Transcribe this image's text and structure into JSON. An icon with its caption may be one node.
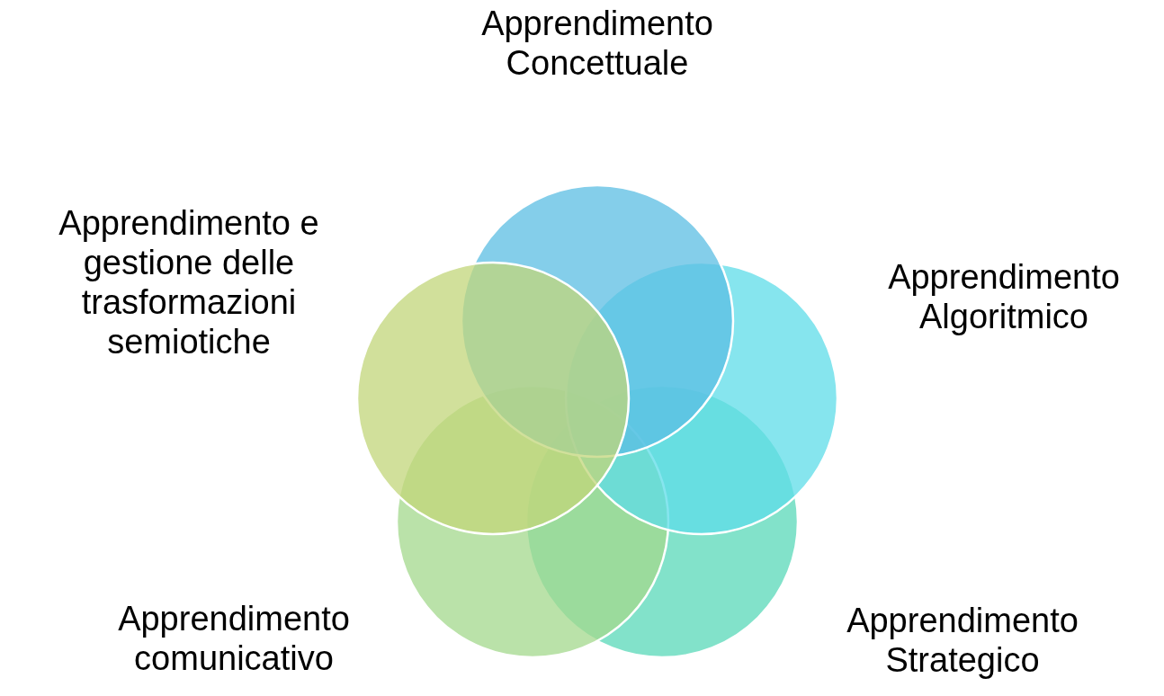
{
  "diagram": {
    "nodes": [
      {
        "text": [
          "Apprendimento Concettuale"
        ]
      },
      {
        "text": [
          "Apprendimento e gestione delle trasformazioni semiotiche"
        ]
      },
      {
        "text": [
          "Apprendimento Algoritmico"
        ]
      },
      {
        "text": [
          "Apprendimento comunicativo"
        ]
      },
      {
        "text": [
          "Apprendimento Strategico"
        ]
      }
    ]
  }
}
